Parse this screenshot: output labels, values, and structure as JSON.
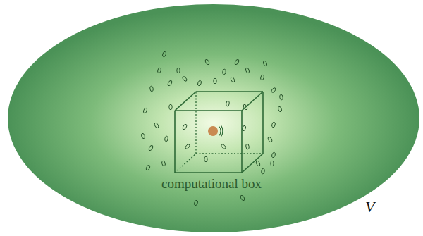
{
  "diagram": {
    "nodes": [
      {
        "text": [
          "V"
        ]
      },
      {
        "text": [
          "computational box"
        ],
        "in": 0
      }
    ]
  }
}
